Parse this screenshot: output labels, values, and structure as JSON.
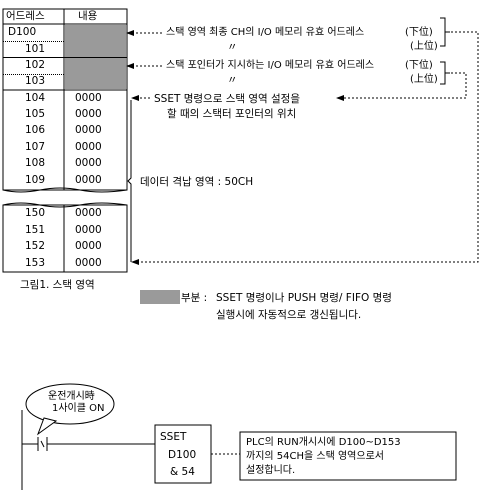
{
  "table": {
    "header": {
      "address": "어드레스",
      "content": "내용"
    },
    "rows_top": [
      {
        "address": "D100",
        "value": ""
      },
      {
        "address": "101",
        "value": ""
      },
      {
        "address": "102",
        "value": ""
      },
      {
        "address": "103",
        "value": ""
      },
      {
        "address": "104",
        "value": "0000"
      },
      {
        "address": "105",
        "value": "0000"
      },
      {
        "address": "106",
        "value": "0000"
      },
      {
        "address": "107",
        "value": "0000"
      },
      {
        "address": "108",
        "value": "0000"
      },
      {
        "address": "109",
        "value": "0000"
      }
    ],
    "rows_bottom": [
      {
        "address": "150",
        "value": "0000"
      },
      {
        "address": "151",
        "value": "0000"
      },
      {
        "address": "152",
        "value": "0000"
      },
      {
        "address": "153",
        "value": "0000"
      }
    ],
    "caption": "그림1. 스택 영역"
  },
  "annotations": {
    "last_ch_address": "스택 영역 최종 CH의 I/O 메모리 유효 어드레스",
    "lower": "(下位)",
    "upper": "(上位)",
    "ditto": "〃",
    "pointer_address": "스택 포인터가 지시하는 I/O 메모리 유효 어드레스",
    "sset_line1": "SSET 명령으로 스택 영역 설정을",
    "sset_line2": "할 때의 스택터 포인터의 위치",
    "data_area": "데이터 격납 영역 : 50CH"
  },
  "legend": {
    "label": "부분 :",
    "line1": "SSET 명령이나 PUSH 명령/ FIFO 명령",
    "line2": "실행시에 자동적으로 갱신됩니다."
  },
  "ladder": {
    "callout_line1": "운전개시時",
    "callout_line2": "1사이클 ON",
    "instr_name": "SSET",
    "instr_op1": "D100",
    "instr_op2": "& 54",
    "note_line1": "PLC의 RUN개시시에 D100~D153",
    "note_line2": "까지의 54CH을 스택 영역으로서",
    "note_line3": "설정합니다."
  }
}
